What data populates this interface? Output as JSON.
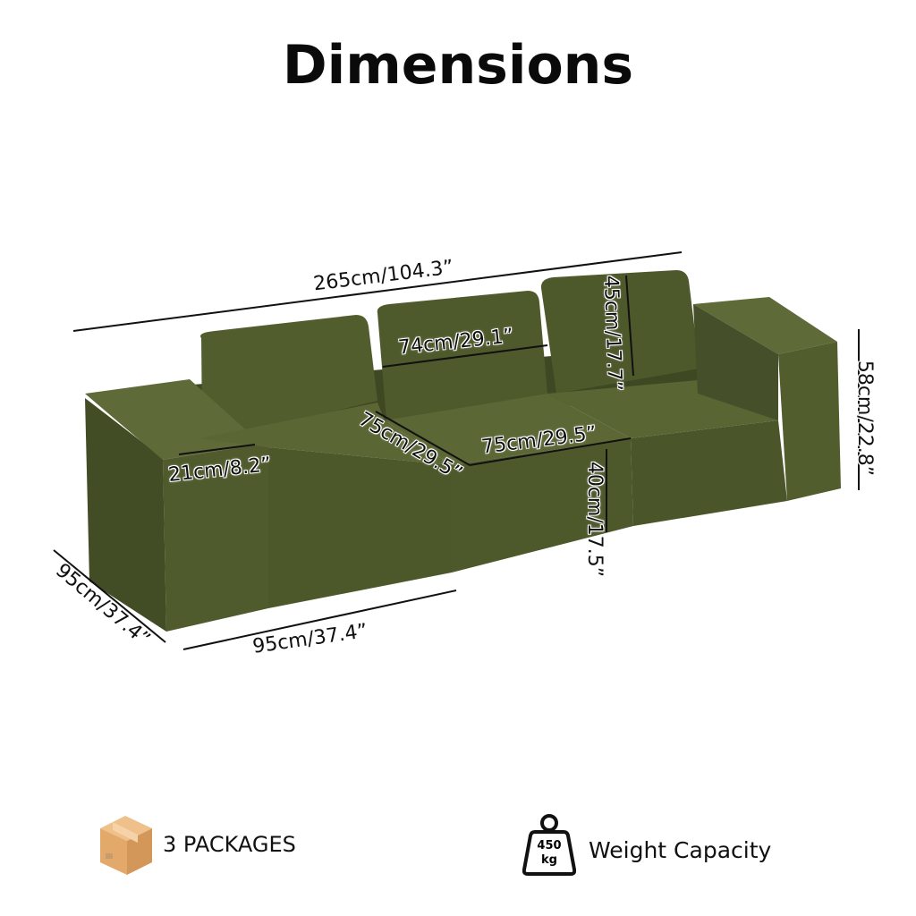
{
  "title": "Dimensions",
  "colors": {
    "fabric_dark": "#3e4822",
    "fabric_mid": "#525d2e",
    "fabric_light": "#5e6a37",
    "box": "#e2a96a"
  },
  "dimensions": {
    "total_length": "265cm/104.3”",
    "back_cushion_width": "74cm/29.1”",
    "back_cushion_height": "45cm/17.7”",
    "total_height": "58cm/22.8”",
    "seat_depth": "75cm/29.5”",
    "seat_width": "75cm/29.5”",
    "arm_width": "21cm/8.2”",
    "seat_height": "40cm/17.5”",
    "total_depth": "95cm/37.4”",
    "module_width": "95cm/37.4”"
  },
  "footer": {
    "packages_icon": "cardboard-box-icon",
    "packages_label": "3 PACKAGES",
    "weight_icon": "weight-icon",
    "weight_value": "450",
    "weight_unit": "kg",
    "weight_label": "Weight Capacity"
  }
}
